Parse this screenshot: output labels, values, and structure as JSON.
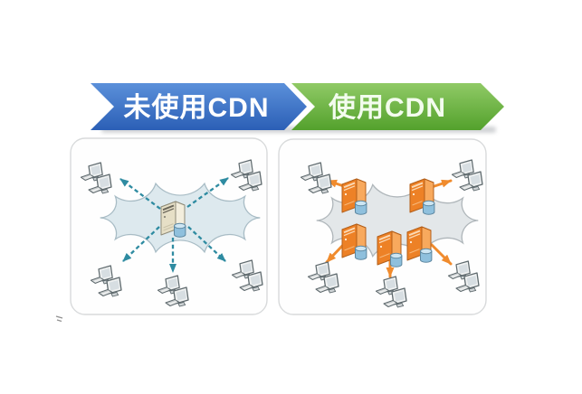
{
  "banners": {
    "no_cdn": {
      "label": "未使用CDN"
    },
    "cdn": {
      "label": "使用CDN"
    }
  },
  "left_panel": {
    "server_count": 1,
    "client_count": 5,
    "arrow_style": "dashed"
  },
  "right_panel": {
    "server_count": 5,
    "client_count": 5,
    "arrow_style": "solid"
  },
  "icons": {
    "client": "dual-workstation-icon",
    "origin_server": "server-tower-icon",
    "edge_server": "cdn-edge-server-icon",
    "cloud": "network-cloud-icon"
  },
  "colors": {
    "banner_blue_top": "#5b90da",
    "banner_blue_bottom": "#2b5fb6",
    "banner_blue_text": "#ffffff",
    "banner_green_top": "#90ca66",
    "banner_green_bottom": "#53a12c",
    "banner_green_text": "#f3fcee",
    "panel_fill": "#fefefe",
    "panel_border": "#d8dadb",
    "cloud_fill_left": "#dde9ee",
    "cloud_stroke_left": "#a8bcc5",
    "cloud_fill_right": "#e3e7e9",
    "cloud_stroke_right": "#afb6ba",
    "arrow_teal": "#2e8ba1",
    "arrow_orange": "#f08b2d",
    "server_beige_front": "#e6dfc6",
    "server_beige_side": "#f3eedd",
    "server_beige_top": "#faf7ec",
    "server_beige_outline": "#8f8b78",
    "server_orange_front": "#ed8126",
    "server_orange_side": "#f8a95d",
    "server_orange_top": "#fcd2a2",
    "server_orange_outline": "#b4601a",
    "db_blue": "#8fc0dd",
    "db_blue_top": "#cde5f2",
    "db_outline": "#5d87a0",
    "client_fill": "#f0f2f2",
    "client_screen": "#d7dee2",
    "client_stroke": "#5f6a6e"
  }
}
